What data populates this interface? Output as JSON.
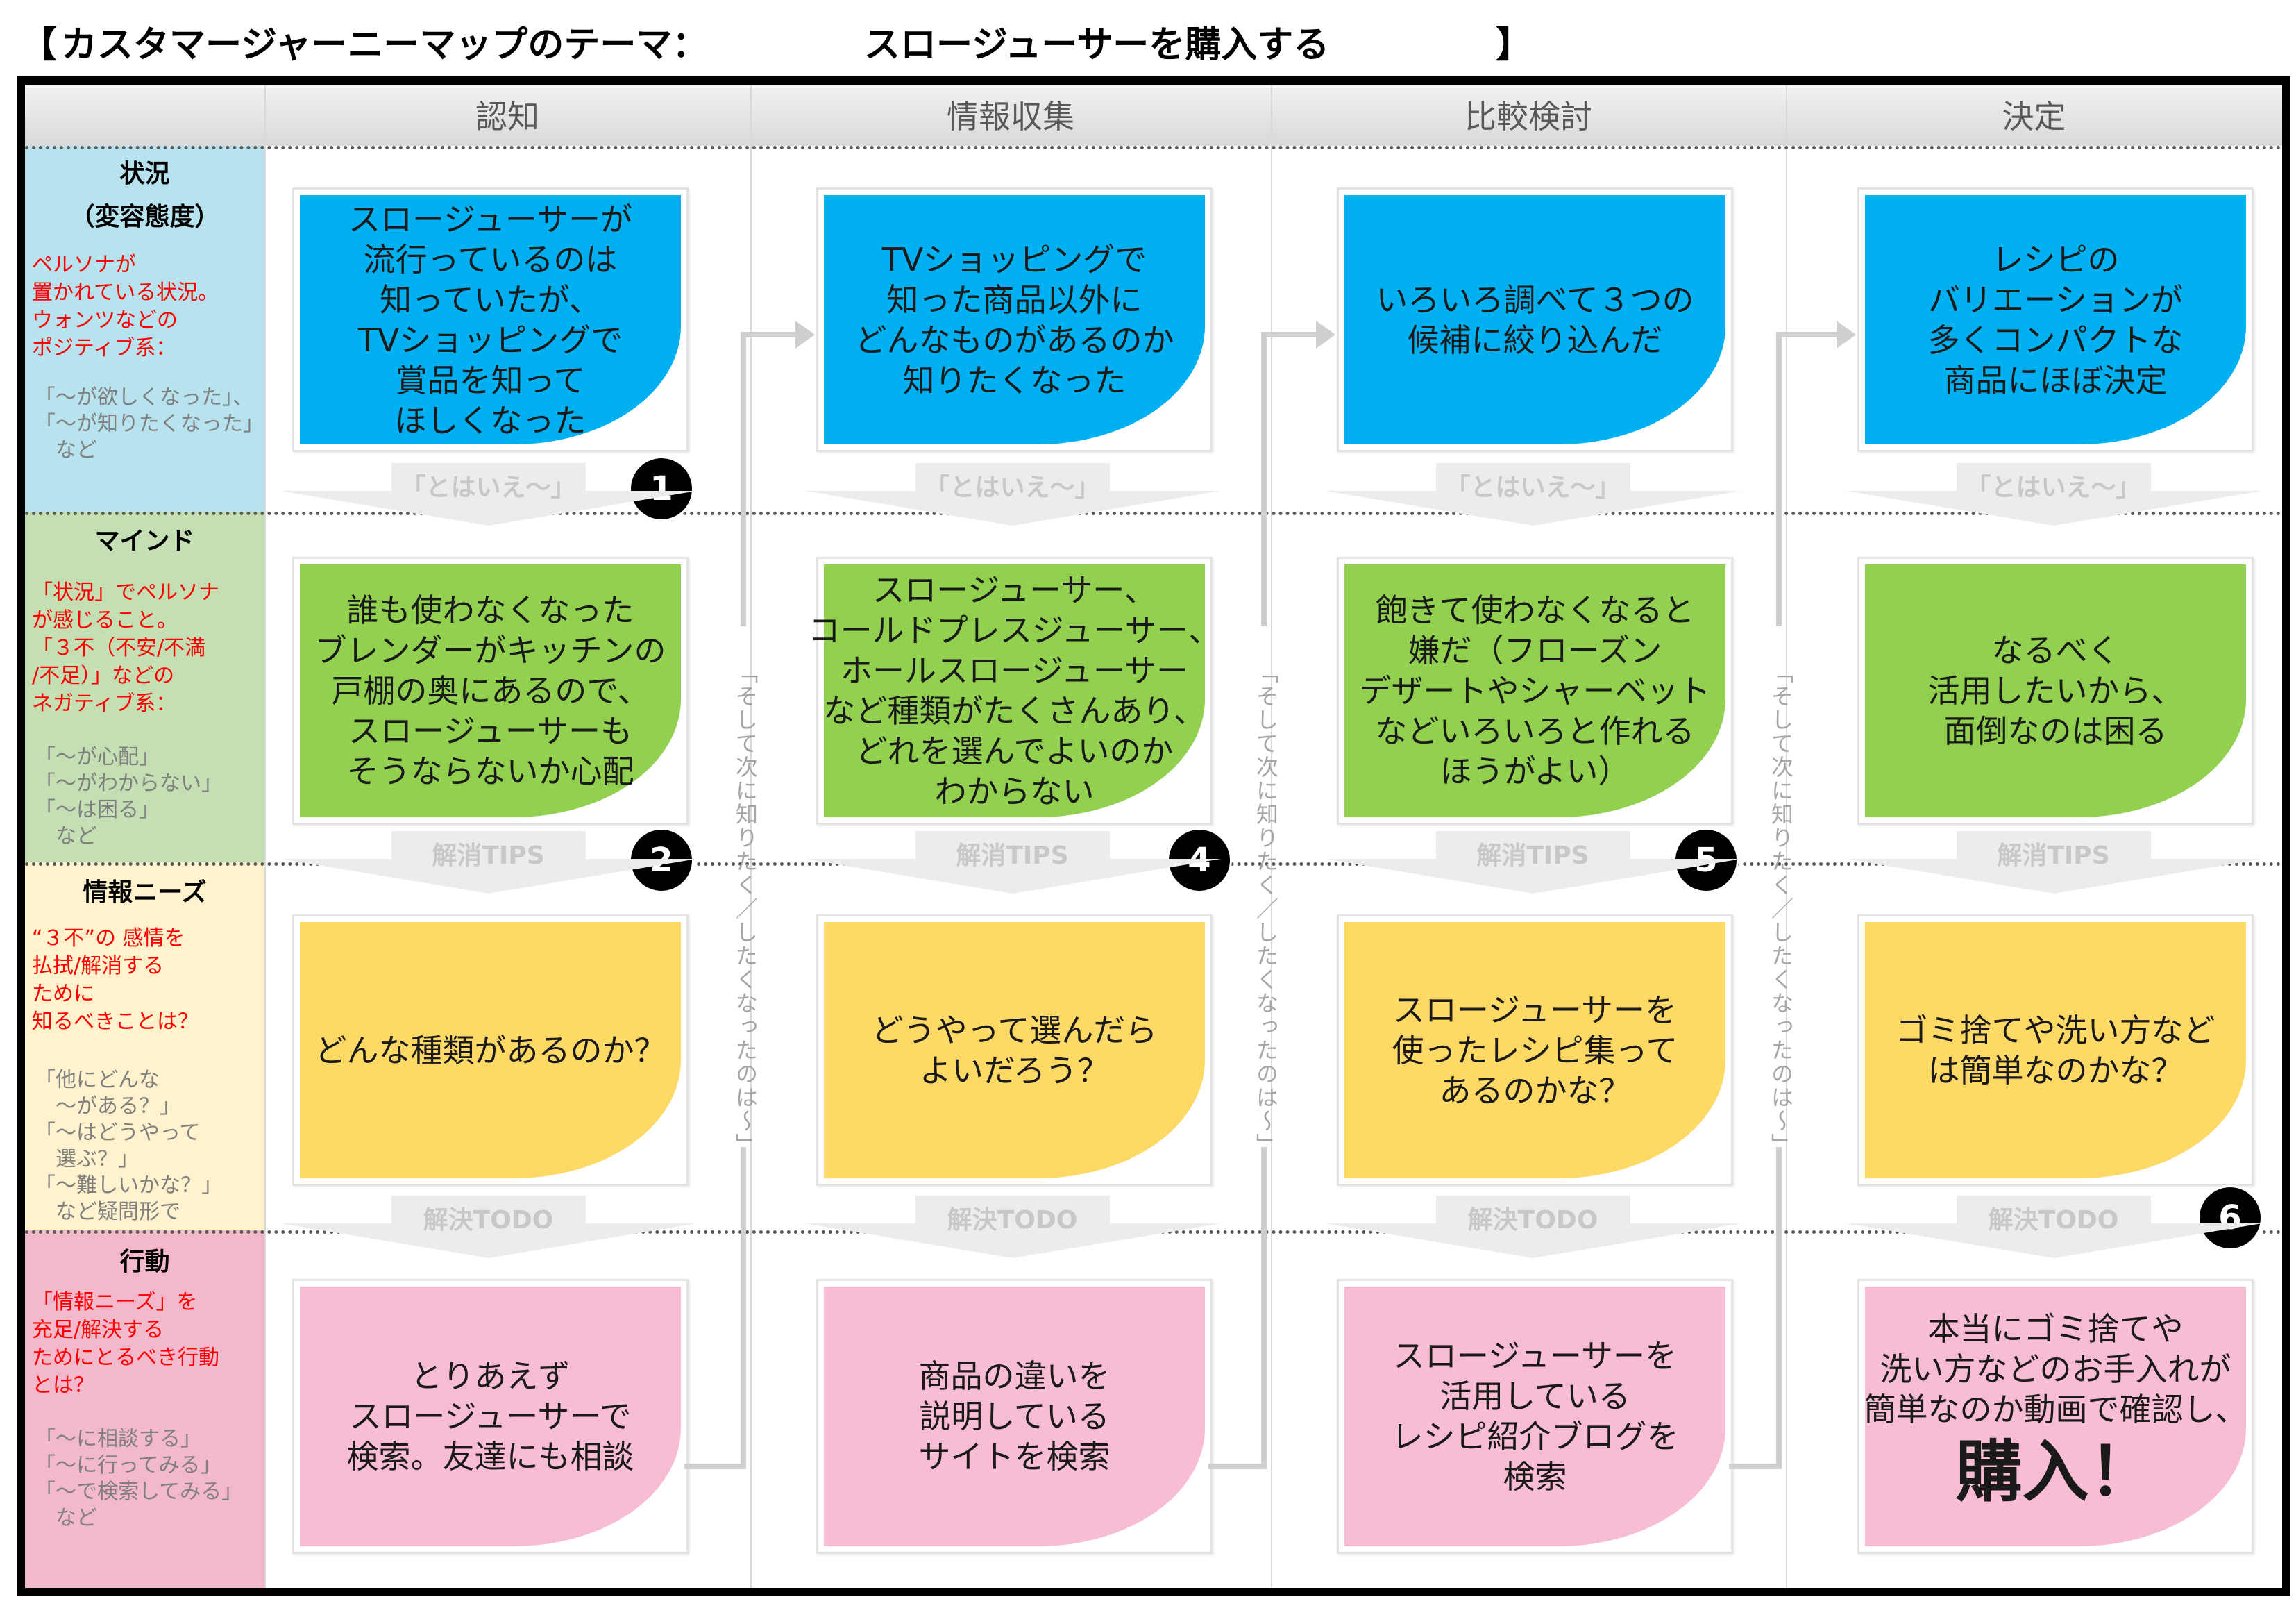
{
  "title": {
    "bracket_open": "【",
    "theme_label": "カスタマージャーニーマップのテーマ：",
    "theme_value": "スロージューサーを購入する",
    "bracket_close": "】"
  },
  "columns": [
    "認知",
    "情報収集",
    "比較検討",
    "決定"
  ],
  "rows": [
    {
      "title": "状況\n（変容態度）",
      "desc_red": "ペルソナが\n置かれている状況。\nウォンツなどの\nポジティブ系：",
      "desc_grey": "「～が欲しくなった」、\n「～が知りたくなった」\n　など"
    },
    {
      "title": "マインド",
      "desc_red": "「状況」でペルソナ\nが感じること。\n「３不（不安/不満\n/不足）」などの\nネガティブ系：",
      "desc_grey": "「～が心配」\n「～がわからない」\n「～は困る」\n　など"
    },
    {
      "title": "情報ニーズ",
      "desc_red": "“３不”の 感情を\n払拭/解消する\nために\n知るべきことは？",
      "desc_grey": "「他にどんな\n　～がある？」\n「～はどうやって\n　選ぶ？」\n「～難しいかな？」\n　など疑問形で"
    },
    {
      "title": "行動",
      "desc_red": "「情報ニーズ」を\n充足/解決する\nためにとるべき行動\nとは？",
      "desc_grey": "「～に相談する」\n「～に行ってみる」\n「～で検索してみる」\n　など"
    }
  ],
  "notes": {
    "situation": [
      "スロージューサーが\n流行っているのは\n知っていたが、\nTVショッピングで\n賞品を知って\nほしくなった",
      "TVショッピングで\n知った商品以外に\nどんなものがあるのか\n知りたくなった",
      "いろいろ調べて３つの\n候補に絞り込んだ",
      "レシピの\nバリエーションが\n多くコンパクトな\n商品にほぼ決定"
    ],
    "mind": [
      "誰も使わなくなった\nブレンダーがキッチンの\n戸棚の奥にあるので、\nスロージューサーも\nそうならないか心配",
      "スロージューサー、\nコールドプレスジューサー、\nホールスロージューサー\nなど種類がたくさんあり、\nどれを選んでよいのか\nわからない",
      "飽きて使わなくなると\n嫌だ（フローズン\nデザートやシャーベット\nなどいろいろと作れる\nほうがよい）",
      "なるべく\n活用したいから、\n面倒なのは困る"
    ],
    "needs": [
      "どんな種類があるのか？",
      "どうやって選んだら\nよいだろう？",
      "スロージューサーを\n使ったレシピ集って\nあるのかな？",
      "ゴミ捨てや洗い方など\nは簡単なのかな？"
    ],
    "action": [
      "とりあえず\nスロージューサーで\n検索。友達にも相談",
      "商品の違いを\n説明している\nサイトを検索",
      "スロージューサーを\n活用している\nレシピ紹介ブログを\n検索",
      "本当にゴミ捨てや\n洗い方などのお手入れが\n簡単なのか動画で確認し、"
    ],
    "action_emphasis": "購入！"
  },
  "badges": [
    "1",
    "2",
    "4",
    "5",
    "6"
  ],
  "transitions": {
    "situation_to_mind": "「とはいえ～」",
    "mind_to_needs": "解消TIPS",
    "needs_to_action": "解決TODO",
    "next_column": "「そして次に知りたく／したくなったのは～」"
  },
  "colors": {
    "situation_label_bg": "#b7e3ee",
    "mind_label_bg": "#c4dfb3",
    "needs_label_bg": "#fff2cc",
    "action_label_bg": "#f4b8cc",
    "situation_note": "#00b0f0",
    "mind_note": "#92d050",
    "needs_note": "#ffd966",
    "action_note": "#f8bcd4"
  }
}
